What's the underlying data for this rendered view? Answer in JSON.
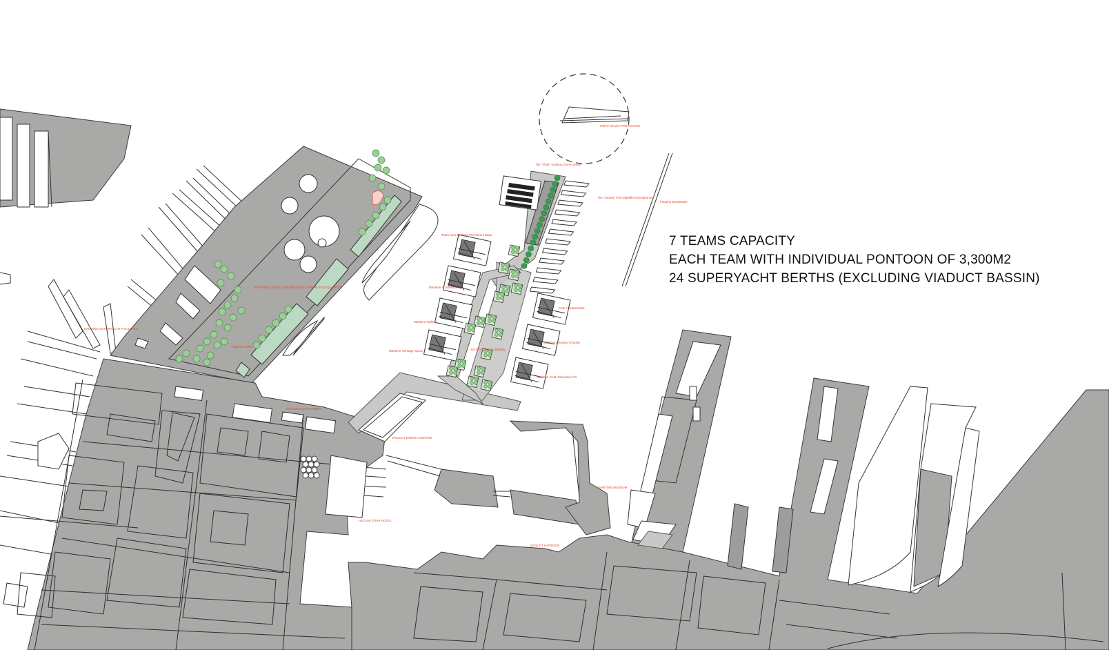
{
  "caption": {
    "line1": "7 TEAMS CAPACITY",
    "line2": "EACH TEAM WITH INDIVIDUAL PONTOON OF 3,300M2",
    "line3": "24 SUPERYACHT BERTHS (EXCLUDING VIADUCT BASSIN)"
  },
  "labels": {
    "existing_bar_street": "EXISTING BAR STREET",
    "viaduct_harbour": "VIADUCT HARBOUR",
    "maritime_museum": "MARITIME MUSEUM",
    "hilton_hotel": "HILTON / STAR HOTEL",
    "viaduct_events": "VIADUCT EVENTS CENTRE",
    "floating_breakwater": "Floating Breakwater",
    "the_float": "The \"Float\" Outdoor Event Venue",
    "the_strand": "The \"Strand\" F+B Nightlife Entertainment",
    "nz_permanent_base": "Team New Zealand Permanent Base",
    "maritime_ar": "Maritime Art Museum",
    "maritime_gallery": "Maritime Gallery",
    "maritime_heritage": "Maritime Heritage Space",
    "cup_display": "2017 Cup Trophy Display",
    "yacht_research": "Maritime Research Facility",
    "youth_sailing": "Maritime Youth Education Ctr",
    "cafe": "Cafe / Restaurants",
    "wave_breaker": "LIGHT WAVE ATTENUATOR",
    "existing_superyacht": "EXISTING SUPERYACHT FACILITIES",
    "wynyard": "WYNYARD LANDSCAPE RESERVE CENTRE ECO-QUARTER",
    "public_park": "PUBLIC PARK"
  },
  "colors": {
    "land": "#a9a9a7",
    "water": "#ffffff",
    "label": "#e8472a",
    "tree": "#3b9a53",
    "green_roof": "#bcd9c4"
  }
}
